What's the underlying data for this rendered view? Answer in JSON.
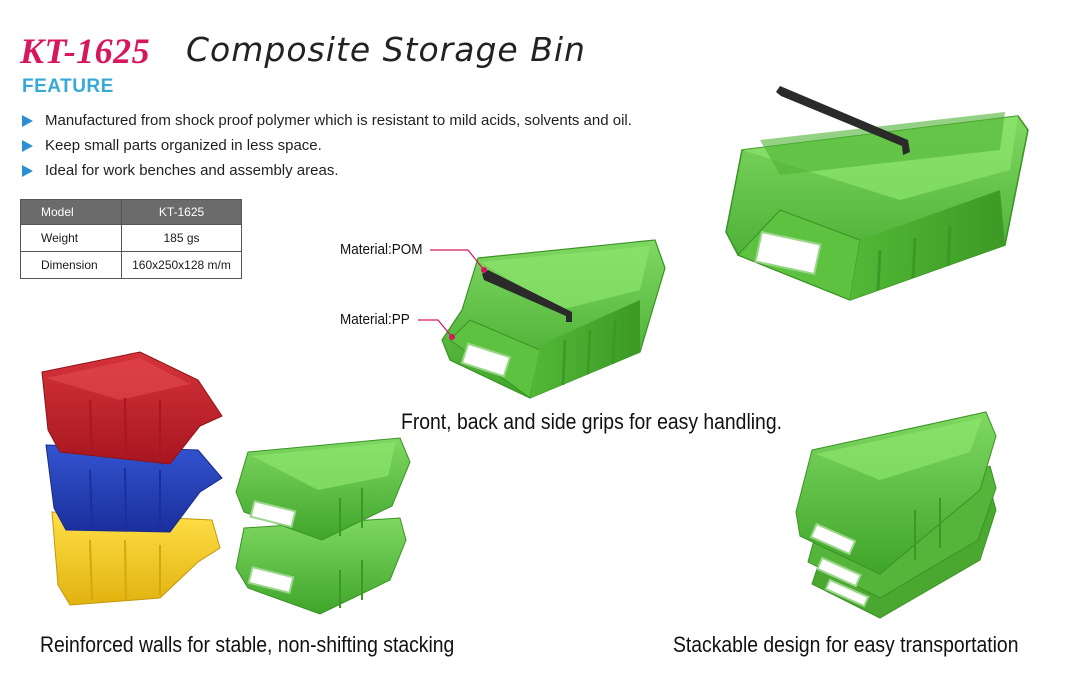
{
  "header": {
    "model_code": "KT-1625",
    "product_title": "Composite Storage Bin",
    "feature_heading": "FEATURE"
  },
  "features": [
    "Manufactured from shock proof polymer which is resistant to mild acids, solvents and oil.",
    "Keep small parts organized in less space.",
    "Ideal for work benches and assembly areas."
  ],
  "spec_table": {
    "headers": [
      "Model",
      "KT-1625"
    ],
    "rows": [
      [
        "Weight",
        "185 gs"
      ],
      [
        "Dimension",
        "160x250x128 m/m"
      ]
    ]
  },
  "callouts": {
    "material_pom": "Material:POM",
    "material_pp": "Material:PP"
  },
  "captions": {
    "grips": "Front, back and side grips for easy handling.",
    "stacking": "Reinforced walls for stable, non-shifting stacking",
    "transport": "Stackable design for easy transportation"
  },
  "colors": {
    "model_code": "#d6175e",
    "feature_heading": "#36a9d6",
    "bullet": "#2c8fd6",
    "bin_green": "#5cc23f",
    "bin_red": "#c0212a",
    "bin_blue": "#2340b8",
    "bin_yellow": "#f2cc1a",
    "callout_line": "#d6175e"
  }
}
